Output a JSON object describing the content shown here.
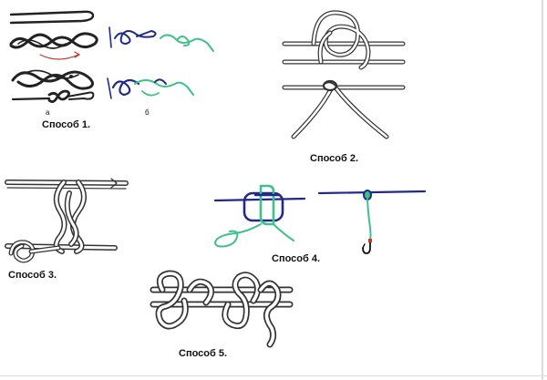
{
  "colors": {
    "ink": "#2a2a2a",
    "rope_fill": "#ffffff",
    "navy": "#1f2a8a",
    "green": "#3fc08a",
    "accent_red": "#c0392b",
    "hook": "#111111",
    "frame": "#dcdcdc"
  },
  "figures": [
    {
      "id": "method1",
      "caption": "Способ 1.",
      "sub_labels": [
        "а",
        "б"
      ]
    },
    {
      "id": "method2",
      "caption": "Способ 2."
    },
    {
      "id": "method3",
      "caption": "Способ 3."
    },
    {
      "id": "method4",
      "caption": "Способ 4."
    },
    {
      "id": "method5",
      "caption": "Способ 5."
    }
  ]
}
